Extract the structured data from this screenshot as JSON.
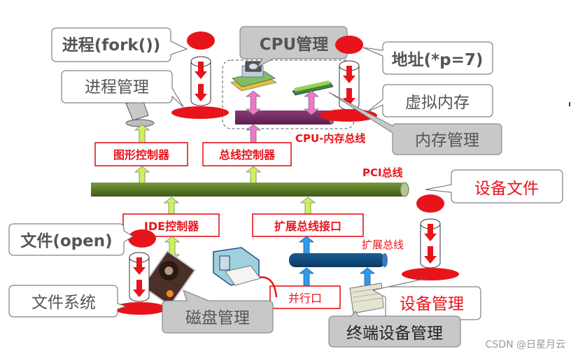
{
  "diagram": {
    "callouts": {
      "process_fork": "进程(fork())",
      "process_mgmt": "进程管理",
      "cpu_mgmt": "CPU管理",
      "address": "地址(*p=7)",
      "virtual_memory": "虚拟内存",
      "memory_mgmt": "内存管理",
      "device_file": "设备文件",
      "file_open": "文件(open)",
      "file_system": "文件系统",
      "disk_mgmt": "磁盘管理",
      "device_mgmt": "设备管理",
      "terminal_mgmt": "终端设备管理"
    },
    "controllers": {
      "graphics": "图形控制器",
      "bus": "总线控制器",
      "ide": "IDE控制器",
      "expansion_interface": "扩展总线接口",
      "parallel_port": "并行口"
    },
    "buses": {
      "cpu_memory": "CPU-内存总线",
      "pci": "PCI总线",
      "expansion": "扩展总线"
    },
    "colors": {
      "red": "#e8141b",
      "pci_bus": "#5a7a28",
      "cpu_bus": "#6e2a5c",
      "expansion_bus": "#0e4a7a",
      "green_arrow": "#ccf25a",
      "pink_arrow": "#ee77cc",
      "blue_arrow": "#2f9be8",
      "gray_callout": "#c8c8c8"
    }
  },
  "watermark": "CSDN @日星月云"
}
